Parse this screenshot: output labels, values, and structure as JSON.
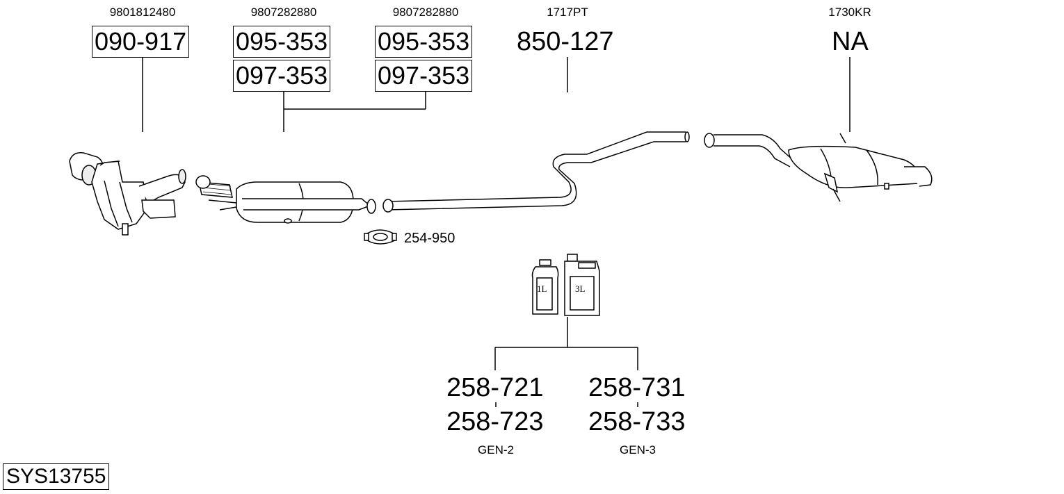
{
  "oem_numbers": {
    "catalyst": "9801812480",
    "dpf_left": "9807282880",
    "dpf_right": "9807282880",
    "middle_pipe": "1717PT",
    "rear_silencer": "1730KR"
  },
  "parts": {
    "catalyst": "090-917",
    "dpf_a_left": "095-353",
    "dpf_b_left": "097-353",
    "dpf_a_right": "095-353",
    "dpf_b_right": "097-353",
    "middle_pipe": "850-127",
    "rear_silencer": "NA",
    "clamp": "254-950"
  },
  "fluids": {
    "small_bottle_label": "1L",
    "canister_label": "3L",
    "gen2_top": "258-721",
    "gen2_bottom": "258-723",
    "gen2_caption": "GEN-2",
    "gen3_top": "258-731",
    "gen3_bottom": "258-733",
    "gen3_caption": "GEN-3"
  },
  "system_id": "SYS13755"
}
